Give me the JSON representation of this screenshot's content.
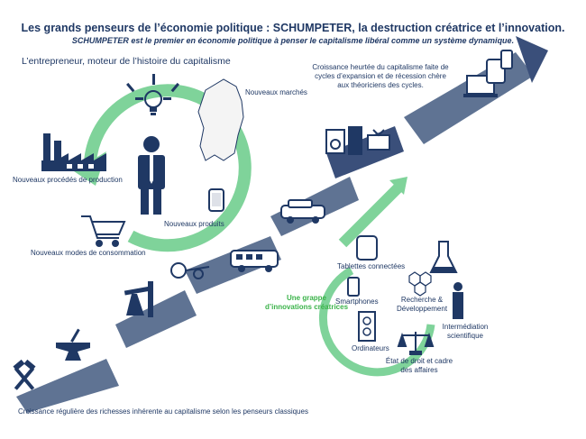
{
  "title": "Les grands penseurs de l’économie politique : SCHUMPETER, la destruction créatrice et l’innovation.",
  "subtitle": "SCHUMPETER est le premier en économie politique à penser le capitalisme libéral comme un système dynamique.",
  "entrepreneur_heading": "L’entrepreneur, moteur de l’histoire du capitalisme",
  "cycle_labels": {
    "markets": "Nouveaux marchés",
    "production": "Nouveaux procédés de production",
    "products": "Nouveaux produits",
    "consumption": "Nouveaux modes de consommation"
  },
  "cycles_text": [
    "Croissance heurtée du capitalisme faite de",
    "cycles d’expansion et de récession chère",
    "aux théoriciens des cycles."
  ],
  "cluster_heading": [
    "Une grappe",
    "d’innovations créatrices"
  ],
  "cluster_labels": {
    "tablets": "Tablettes connectées",
    "smartphones": "Smartphones",
    "rd": [
      "Recherche &",
      "Développement"
    ],
    "intermediation": [
      "Intermédiation",
      "scientifique"
    ],
    "computers": "Ordinateurs",
    "rule_of_law": [
      "État de droit et cadre",
      "des affaires"
    ]
  },
  "classical_caption": "Croissance régulière des richesses inhérente au capitalisme selon les penseurs classiques",
  "colors": {
    "navy": "#1f3864",
    "steel": "#3a4f7a",
    "band": "#5f7393",
    "green": "#7fd39a",
    "green_text": "#3bb34a"
  },
  "icons": [
    "crossed-hammers-icon",
    "anvil-icon",
    "oil-pump-icon",
    "steam-engine-icon",
    "bus-icon",
    "car-icon",
    "appliances-icon",
    "tv-icon",
    "laptop-icon",
    "tablet-icon",
    "smartphone-icon",
    "lightbulb-icon",
    "businessman-icon",
    "factory-icon",
    "shopping-cart-icon",
    "map-icon",
    "flask-icon",
    "scientist-icon",
    "scales-icon",
    "computer-tower-icon"
  ]
}
